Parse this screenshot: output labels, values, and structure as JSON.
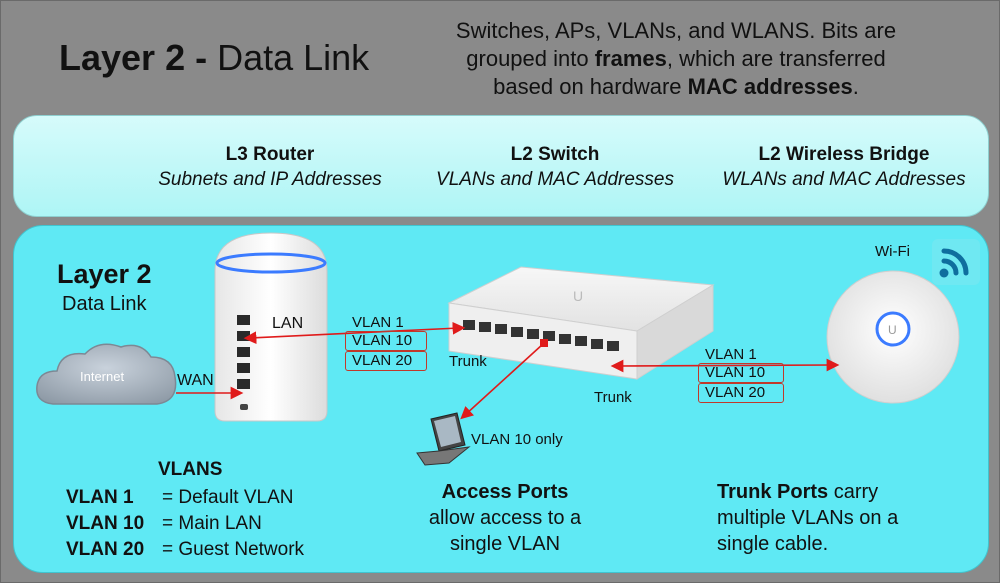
{
  "header": {
    "title_bold": "Layer 2 -",
    "title_rest": "Data Link",
    "intro_line1": "Switches, APs, VLANs, and WLANS. Bits are",
    "intro_line2_pre": "grouped into ",
    "intro_line2_bold": "frames",
    "intro_line2_post": ", which are transferred",
    "intro_line3_pre": "based on hardware ",
    "intro_line3_bold": "MAC addresses",
    "intro_line3_post": "."
  },
  "layers": [
    {
      "name": "L3 Router",
      "desc": "Subnets and IP Addresses"
    },
    {
      "name": "L2 Switch",
      "desc": "VLANs and MAC Addresses"
    },
    {
      "name": "L2 Wireless Bridge",
      "desc": "WLANs and MAC Addresses"
    }
  ],
  "diagram": {
    "layer_title": "Layer 2",
    "layer_subtitle": "Data Link",
    "internet_label": "Internet",
    "wan_label": "WAN",
    "lan_label": "LAN",
    "router_vlans": [
      "VLAN 1",
      "VLAN 10",
      "VLAN 20"
    ],
    "trunk_label_1": "Trunk",
    "trunk_label_2": "Trunk",
    "ap_vlans": [
      "VLAN 1",
      "VLAN 10",
      "VLAN 20"
    ],
    "wifi_label": "Wi-Fi",
    "laptop_label": "VLAN 10 only"
  },
  "vlans_legend": {
    "title": "VLANS",
    "rows": [
      {
        "key": "VLAN 1",
        "value": "= Default VLAN"
      },
      {
        "key": "VLAN 10",
        "value": "= Main LAN"
      },
      {
        "key": "VLAN 20",
        "value": "= Guest Network"
      }
    ]
  },
  "access_ports": {
    "title": "Access Ports",
    "line2": "allow access to a",
    "line3": "single VLAN"
  },
  "trunk_ports": {
    "title_bold": "Trunk Ports",
    "title_rest": " carry",
    "line2": "multiple VLANs on a",
    "line3": "single cable."
  },
  "colors": {
    "outer_bg": "#8a8a8a",
    "layers_band": "#c4f8f8",
    "diagram_bg": "#5fe9f4",
    "link_red": "#e01b1b",
    "vlan_box_border": "#c0392b",
    "router_led": "#3b7bff",
    "wifi_icon": "#0f6e9e"
  }
}
